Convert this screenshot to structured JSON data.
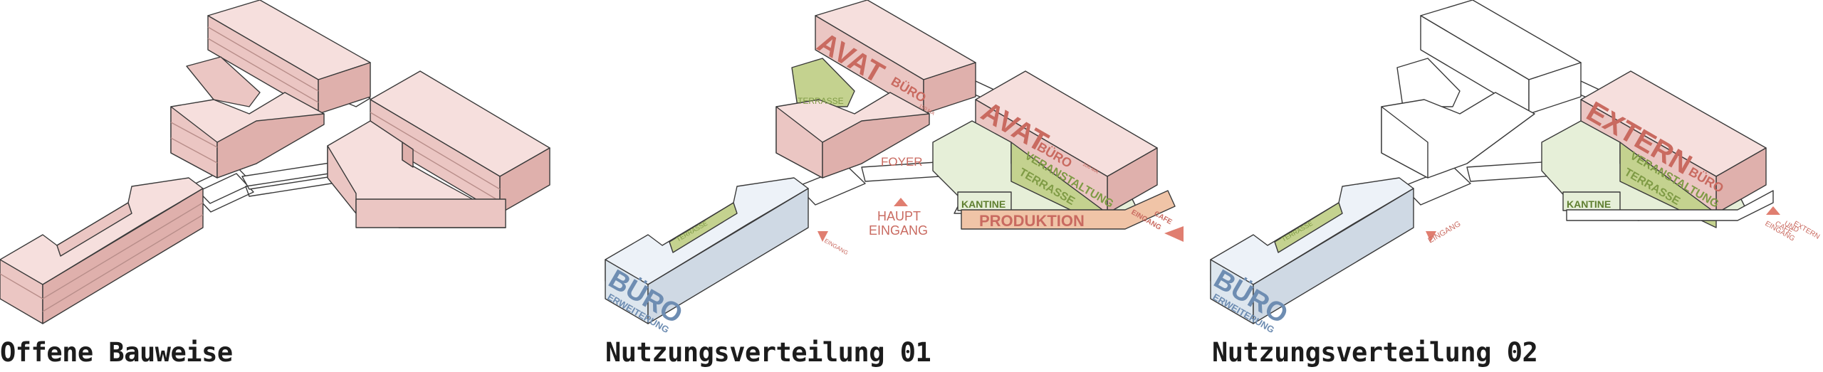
{
  "colors": {
    "pink_top": "#f6dfdd",
    "pink_side": "#ebc6c3",
    "pink_dark": "#dfb0ac",
    "blue_top": "#edf2f8",
    "blue_side": "#dde6ee",
    "green_fill": "#c4d28f",
    "green_light": "#e6efd8",
    "orange": "#f0c4a7",
    "label_red": "#c96a60",
    "label_blue": "#6e8db2",
    "label_green": "#7f9b45",
    "stroke": "#3a3a3a"
  },
  "panels": [
    {
      "caption": "Offene Bauweise"
    },
    {
      "caption": "Nutzungsverteilung 01",
      "labels": {
        "avat1": "AVAT",
        "avat1_sub": "BÜRO",
        "avat1_small": "150 MA",
        "terrasse_small": "TERRASSE",
        "avat2": "AVAT",
        "avat2_sub": "BÜRO",
        "avat2_small": "100 MA",
        "veranstaltung": "VERANSTALTUNG",
        "terrasse": "TERRASSE",
        "kantine": "KANTINE",
        "produktion": "PRODUKTION",
        "foyer": "FOYER",
        "haupt": "HAUPT",
        "eingang": "EINGANG",
        "eingang_cafe_1": "EINGANG",
        "eingang_cafe_2": "CAFE",
        "eingang_small": "EINGANG",
        "buero": "BÜRO",
        "buero_sub": "ERWEITERUNG",
        "terrasse_blue": "TERRASSE"
      }
    },
    {
      "caption": "Nutzungsverteilung 02",
      "labels": {
        "extern": "EXTERN",
        "extern_sub": "BÜRO",
        "veranstaltung": "VERANSTALTUNG",
        "terrasse": "TERRASSE",
        "kantine": "KANTINE",
        "eingang": "EINGANG",
        "eingang_ext_1": "EINGANG",
        "eingang_ext_2": "CAFE",
        "eingang_ext_3": "UND",
        "eingang_ext_4": "EXTERN",
        "buero": "BÜRO",
        "buero_sub": "ERWEITERUNG",
        "terrasse_blue": "TERRASSE"
      }
    }
  ]
}
